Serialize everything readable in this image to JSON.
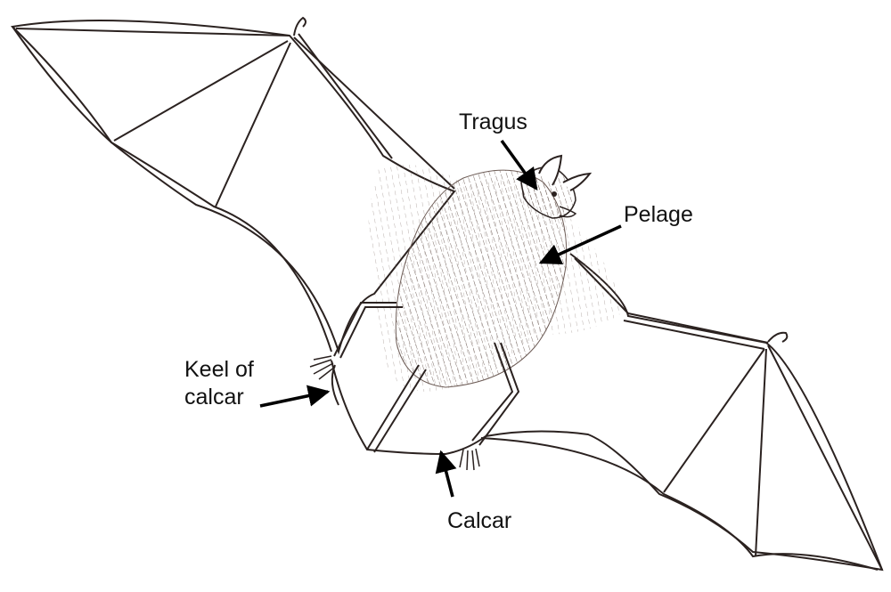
{
  "labels": {
    "tragus": "Tragus",
    "pelage": "Pelage",
    "keel_line1": "Keel of",
    "keel_line2": "calcar",
    "calcar": "Calcar"
  },
  "colors": {
    "ink": "#2b2220",
    "fur": "#6e5d57",
    "arrow": "#000000",
    "background": "#ffffff"
  }
}
